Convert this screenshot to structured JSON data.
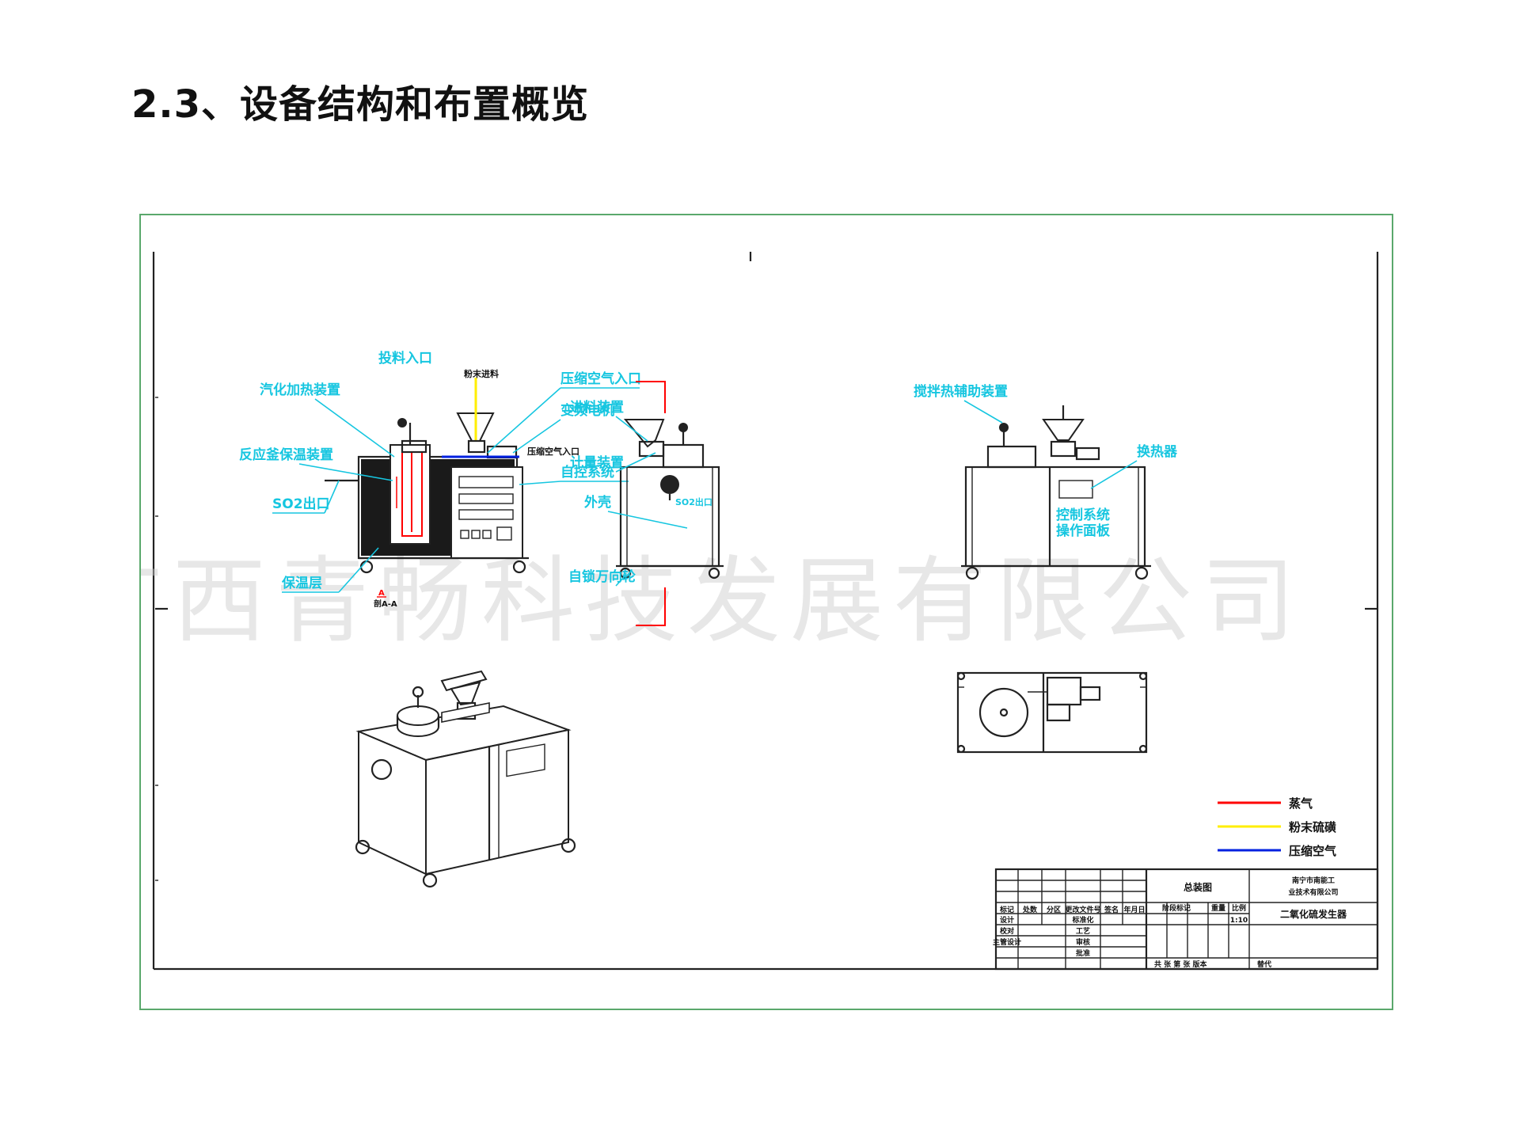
{
  "title": "2.3、设备结构和布置概览",
  "watermark": "广西青畅科技发展有限公司",
  "colors": {
    "frame": "#5aa86c",
    "label": "#16c6e0",
    "steam": "#ff0000",
    "powder": "#ffee00",
    "air": "#0020e0"
  },
  "labels": {
    "feed_inlet": "投料入口",
    "feed_top_note": "粉末进料",
    "vaporizer": "汽化加热装置",
    "compressed_air_inlet": "压缩空气入口",
    "vfd_motor": "变频电机",
    "reactor_temp": "反应釜保温装置",
    "air_note": "压缩空气入口",
    "control_system": "自控系统",
    "so2_outlet": "SO2出口",
    "insulation": "保温层",
    "feeder": "进料装置",
    "metering": "计量装置",
    "shell": "外壳",
    "so2_outlet_side": "SO2出口",
    "caster": "自锁万向轮",
    "stirrer": "搅拌热辅助装置",
    "heat_exchanger": "换热器",
    "control_panel_l1": "控制系统",
    "control_panel_l2": "操作面板",
    "section_mark": "A",
    "section_mark_note": "剖A-A"
  },
  "legend": [
    {
      "name": "蒸气",
      "color": "#ff0000"
    },
    {
      "name": "粉末硫磺",
      "color": "#ffee00"
    },
    {
      "name": "压缩空气",
      "color": "#0020e0"
    }
  ],
  "title_block": {
    "drawing_name": "总装图",
    "company_l1": "南宁市南能工",
    "company_l2": "业技术有限公司",
    "product": "二氧化硫发生器",
    "scale": "1:10",
    "header_cells": [
      "标记",
      "处数",
      "分区",
      "更改文件号",
      "签名",
      "年月日"
    ],
    "row_design": "设计",
    "row_check": "校对",
    "row_review": "主管设计",
    "col_standard": "标准化",
    "col_process": "工艺",
    "col_audit": "审核",
    "col_approve": "批准",
    "stage_header": "阶段标记",
    "weight_header": "重量",
    "ratio_header": "比例",
    "sheet_text": "共 张 第 张 版本",
    "replace_text": "替代"
  }
}
